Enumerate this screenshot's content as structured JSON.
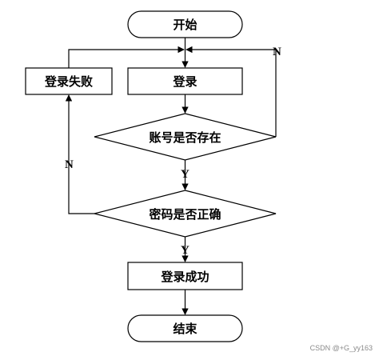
{
  "nodes": {
    "start": "开始",
    "login": "登录",
    "login_fail": "登录失败",
    "account_exists": "账号是否存在",
    "password_correct": "密码是否正确",
    "login_success": "登录成功",
    "end": "结束"
  },
  "edge_labels": {
    "account_no": "N",
    "account_yes": "Y",
    "password_no": "N",
    "password_yes": "Y"
  },
  "watermark": "CSDN @+G_yy163"
}
